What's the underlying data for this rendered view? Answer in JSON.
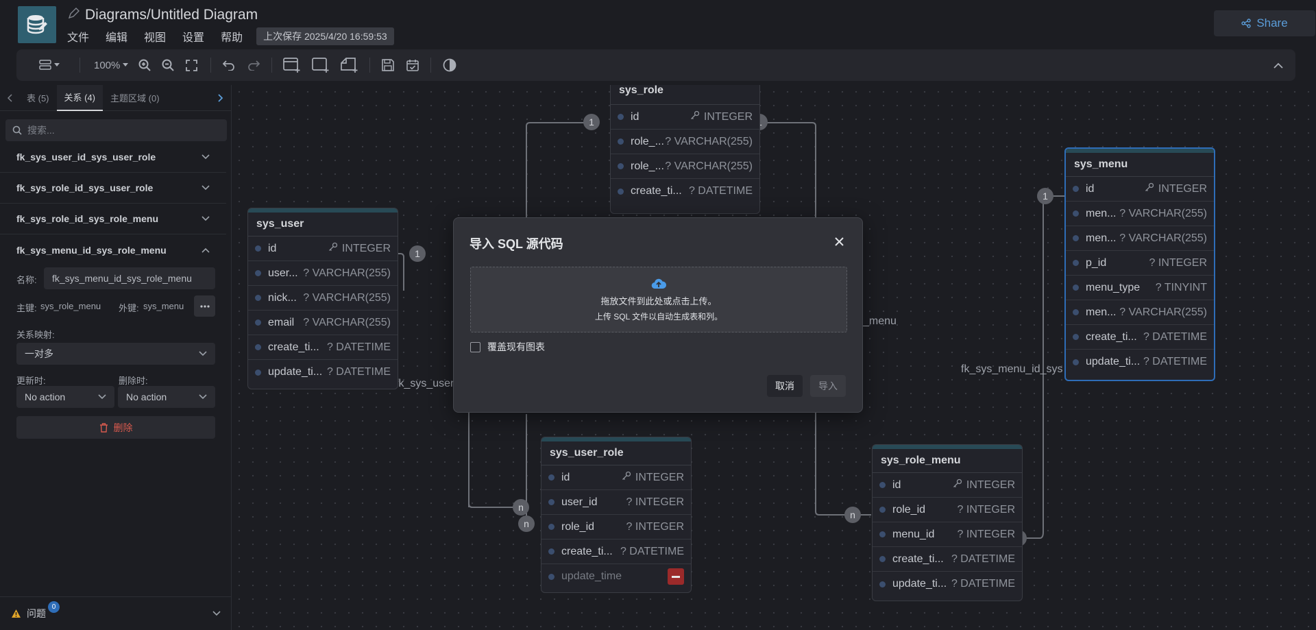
{
  "header": {
    "title": "Diagrams/Untitled Diagram",
    "menu": [
      "文件",
      "编辑",
      "视图",
      "设置",
      "帮助"
    ],
    "last_saved": "上次保存 2025/4/20 16:59:53",
    "share_label": "Share"
  },
  "toolbar": {
    "zoom": "100%"
  },
  "sidebar": {
    "tabs": [
      "表 (5)",
      "关系 (4)",
      "主题区域 (0)"
    ],
    "active_tab": "关系 (4)",
    "search_placeholder": "搜索...",
    "relationships": [
      "fk_sys_user_id_sys_user_role",
      "fk_sys_role_id_sys_user_role",
      "fk_sys_role_id_sys_role_menu",
      "fk_sys_menu_id_sys_role_menu"
    ],
    "detail": {
      "name_label": "名称:",
      "name_value": "fk_sys_menu_id_sys_role_menu",
      "primary_label": "主键:",
      "primary_value": "sys_role_menu",
      "foreign_label": "外键:",
      "foreign_value": "sys_menu",
      "cardinality_label": "关系映射:",
      "cardinality_value": "一对多",
      "update_label": "更新时:",
      "update_value": "No action",
      "delete_label": "删除时:",
      "delete_value": "No action",
      "delete_button": "删除"
    },
    "issues_label": "问题",
    "issues_count": "0"
  },
  "tables": {
    "sys_role": {
      "name": "sys_role",
      "fields": [
        {
          "name": "id",
          "type": "INTEGER",
          "key": true
        },
        {
          "name": "role_...",
          "type": "? VARCHAR(255)"
        },
        {
          "name": "role_...",
          "type": "? VARCHAR(255)"
        },
        {
          "name": "create_ti...",
          "type": "? DATETIME"
        }
      ]
    },
    "sys_user": {
      "name": "sys_user",
      "fields": [
        {
          "name": "id",
          "type": "INTEGER",
          "key": true
        },
        {
          "name": "user...",
          "type": "? VARCHAR(255)"
        },
        {
          "name": "nick...",
          "type": "? VARCHAR(255)"
        },
        {
          "name": "email",
          "type": "? VARCHAR(255)"
        },
        {
          "name": "create_ti...",
          "type": "? DATETIME"
        },
        {
          "name": "update_ti...",
          "type": "? DATETIME"
        }
      ]
    },
    "sys_menu": {
      "name": "sys_menu",
      "fields": [
        {
          "name": "id",
          "type": "INTEGER",
          "key": true
        },
        {
          "name": "men...",
          "type": "? VARCHAR(255)"
        },
        {
          "name": "men...",
          "type": "? VARCHAR(255)"
        },
        {
          "name": "p_id",
          "type": "? INTEGER"
        },
        {
          "name": "menu_type",
          "type": "? TINYINT"
        },
        {
          "name": "men...",
          "type": "? VARCHAR(255)"
        },
        {
          "name": "create_ti...",
          "type": "? DATETIME"
        },
        {
          "name": "update_ti...",
          "type": "? DATETIME"
        }
      ]
    },
    "sys_user_role": {
      "name": "sys_user_role",
      "fields": [
        {
          "name": "id",
          "type": "INTEGER",
          "key": true
        },
        {
          "name": "user_id",
          "type": "? INTEGER"
        },
        {
          "name": "role_id",
          "type": "? INTEGER"
        },
        {
          "name": "create_ti...",
          "type": "? DATETIME"
        },
        {
          "name": "update_time",
          "type": "",
          "removing": true
        }
      ]
    },
    "sys_role_menu": {
      "name": "sys_role_menu",
      "fields": [
        {
          "name": "id",
          "type": "INTEGER",
          "key": true
        },
        {
          "name": "role_id",
          "type": "? INTEGER"
        },
        {
          "name": "menu_id",
          "type": "? INTEGER"
        },
        {
          "name": "create_ti...",
          "type": "? DATETIME"
        },
        {
          "name": "update_ti...",
          "type": "? DATETIME"
        }
      ]
    }
  },
  "edge_labels": {
    "user_role": "fk_sys_user",
    "role_menu": "_menu",
    "menu_role_menu": "fk_sys_menu_id_sys"
  },
  "badges": {
    "one": "1",
    "many": "n"
  },
  "modal": {
    "title": "导入 SQL 源代码",
    "drop_line1": "拖放文件到此处或点击上传。",
    "drop_line2": "上传 SQL 文件以自动生成表和列。",
    "overwrite_label": "覆盖现有图表",
    "cancel": "取消",
    "import": "导入"
  },
  "colors": {
    "accent": "#2e6db8",
    "share_text": "#5b9dd9",
    "danger": "#d85a4e",
    "table_header": "#284a56"
  }
}
